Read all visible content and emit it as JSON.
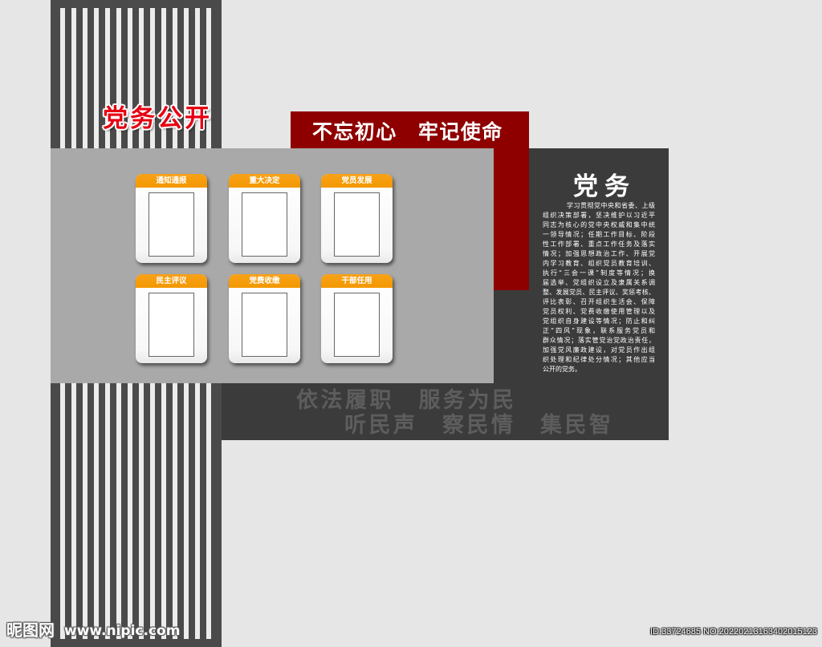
{
  "board": {
    "title": "党务公开",
    "banner": "不忘初心　牢记使命"
  },
  "cards": [
    {
      "label": "通知通报"
    },
    {
      "label": "重大决定"
    },
    {
      "label": "党员发展"
    },
    {
      "label": "民主评议"
    },
    {
      "label": "党费收缴"
    },
    {
      "label": "干部任用"
    }
  ],
  "party_affairs": {
    "heading": "党务",
    "lines": [
      "学习贯彻党中央和省委、上级",
      "组织决策部署，坚决维护以习近平",
      "同志为核心的党中央权威和集中统",
      "一领导情况；任期工作目标、阶段",
      "性工作部署、重点工作任务及落实",
      "情况；加强思想政治工作、开展党",
      "内学习教育、组织党员教育培训、",
      "执行“三会一课”制度等情况；换",
      "届选举、党组织设立及隶属关系调",
      "整、发展党员、民主评议、奖惩考核、",
      "评比表彰、召开组织生活会、保障",
      "党员权利、党费收缴使用管理以及",
      "党组织自身建设等情况；防止和纠",
      "正“四风”现象，联系服务党员和",
      "群众情况；落实管党治党政治责任，",
      "加强党风廉政建设，对党员作出组",
      "织处理和纪律处分情况；其他应当",
      "公开的党务。"
    ]
  },
  "slogans": [
    "依法履职　服务为民",
    "听民声　察民情　集民智"
  ],
  "watermark": {
    "logo": "昵图网",
    "url": "www.nipic.com",
    "id": "ID:33724685 NO:20220213163402015123"
  },
  "colors": {
    "page": "#e6e6e6",
    "stripe_dark": "#4a4a4a",
    "stripe_light": "#ececec",
    "gray_panel": "#a9a9a9",
    "dark_panel": "#3b3b3b",
    "red_box": "#8e0000",
    "title_red": "#e60012",
    "card_header": "#f39800",
    "slogan": "#5d5d5d"
  }
}
